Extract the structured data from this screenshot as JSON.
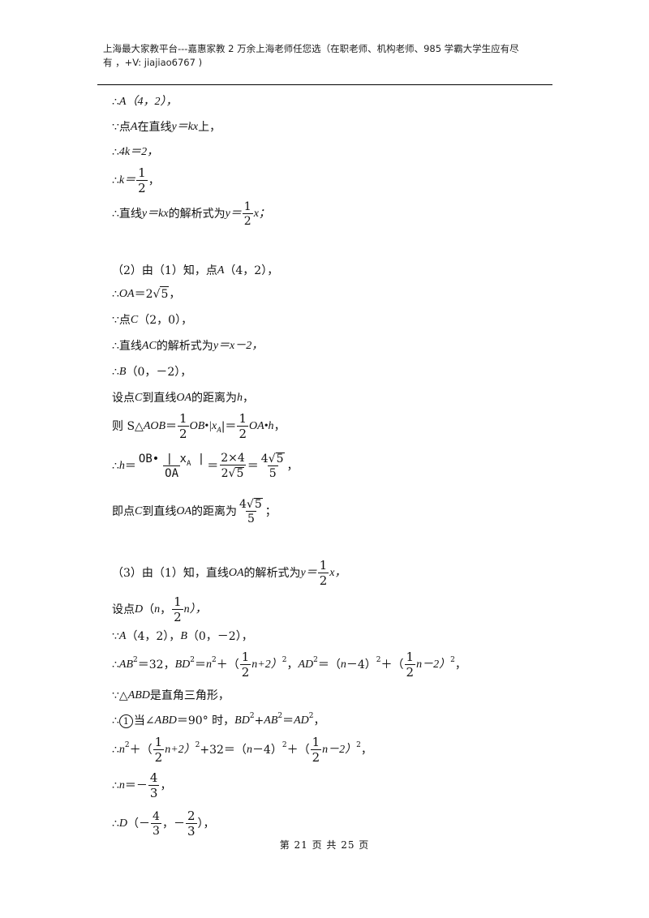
{
  "header": {
    "line1": "上海最大家教平台---嘉惠家教    2 万余上海老师任您选（在职老师、机构老师、985 学霸大学生应有尽",
    "line2": "有 ，+V: jiajiao6767 )"
  },
  "therefore": "∴",
  "because": "∵",
  "s1": {
    "l1": "A（4，2），",
    "l2a": "点",
    "l2b": "A",
    "l2c": " 在直线 ",
    "l2d": "y＝kx",
    "l2e": " 上，",
    "l3": "4k＝2，",
    "l4a": "k＝",
    "one": "1",
    "two": "2",
    "l4c": "，",
    "l5a": "直线 ",
    "l5b": "y＝kx",
    "l5c": " 的解析式为 ",
    "l5d": "y＝",
    "l5e": "x；"
  },
  "s2": {
    "l1a": "（2）由（1）知，点 ",
    "l1b": "A",
    "l1c": "（4，2），",
    "l2a": "OA",
    "l2b": "＝2",
    "five": "5",
    "l2c": "，",
    "l3a": "点 ",
    "l3b": "C",
    "l3c": "（2，0），",
    "l4a": "直线 ",
    "l4b": "AC",
    "l4c": " 的解析式为 ",
    "l4d": "y＝x－2，",
    "l5a": "B",
    "l5b": "（0，－2），",
    "l6a": "设点 ",
    "l6b": "C",
    "l6c": " 到直线 ",
    "l6d": "OA",
    "l6e": " 的距离为 ",
    "l6f": "h",
    "l6g": "，",
    "l7a": "则 S△",
    "l7b": "AOB",
    "l7c": "＝",
    "l7d": "OB•|",
    "l7e": "x",
    "l7f": "A",
    "l7g": "|＝",
    "l7h": "OA•h",
    "l7i": "，",
    "l8a": "h",
    "l8b": "＝",
    "l8num1": "OB• | x",
    "l8numsub": "A",
    "l8num2": " |",
    "l8den": "OA",
    "l8c": "＝",
    "l8num3": "2×4",
    "l8den2a": "2",
    "l8d": "＝",
    "l8num4a": "4",
    "l8den3": "5",
    "l8e": "，",
    "l9a": "即点 ",
    "l9b": "C",
    "l9c": " 到直线 ",
    "l9d": "OA",
    "l9e": " 的距离为",
    "l9f": "；"
  },
  "s3": {
    "l1a": "（3）由（1）知，直线 ",
    "l1b": "OA",
    "l1c": " 的解析式为 ",
    "l1d": "y＝",
    "l1e": "x，",
    "l2a": "设点 ",
    "l2b": "D",
    "l2c": "（",
    "l2d": "n",
    "l2e": "，",
    "l2f": "n），",
    "l3a": "A",
    "l3b": "（4，2），",
    "l3c": "B",
    "l3d": "（0，－2），",
    "l4a": "AB",
    "l4b": "＝32，",
    "l4c": "BD",
    "l4d": "＝",
    "l4e": "n",
    "l4f": "＋（",
    "l4g": "n+2）",
    "l4h": "，",
    "l4i": "AD",
    "l4j": "＝（",
    "l4k": "n",
    "l4l": "－4）",
    "l4m": "＋（",
    "l4n": "n－2）",
    "l4o": "，",
    "sq": "2",
    "l5a": "△",
    "l5b": "ABD",
    "l5c": " 是直角三角形，",
    "circle1": "1",
    "l6a": "当∠",
    "l6b": "ABD",
    "l6c": "＝90° 时，",
    "l6d": "BD",
    "l6e": "+",
    "l6f": "AB",
    "l6g": "＝",
    "l6h": "AD",
    "l6i": "，",
    "l7a": "n",
    "l7b": "＋（",
    "l7c": "n+2）",
    "l7d": "+32＝（",
    "l7e": "n",
    "l7f": "－4）",
    "l7g": "＋（",
    "l7h": "n－2）",
    "l7i": "，",
    "l8a": "n",
    "l8b": "＝－",
    "four": "4",
    "three": "3",
    "l8c": "，",
    "l9a": "D",
    "l9b": "（－",
    "l9c": "，－",
    "l9d": "），"
  },
  "footer": "第 21 页 共 25 页"
}
